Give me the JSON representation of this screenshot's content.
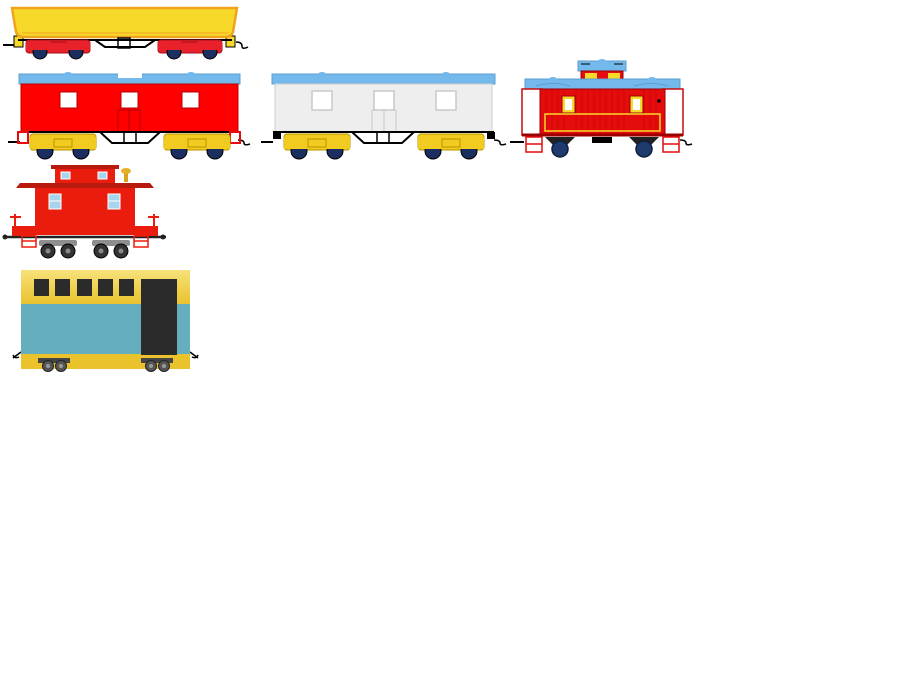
{
  "canvas": {
    "background": "#ffffff"
  },
  "cars": [
    {
      "id": "hopper",
      "body_color": "#f7d92a",
      "trim_color": "#f0a31e",
      "truck_color": "#e8212a"
    },
    {
      "id": "red-boxcar",
      "body_color": "#ff0000",
      "roof_color": "#74b9ec",
      "truck_color": "#f2cb20"
    },
    {
      "id": "white-boxcar",
      "body_color": "#eeeeee",
      "roof_color": "#74b9ec",
      "truck_color": "#f2cb20"
    },
    {
      "id": "caboose-red-blue-roof",
      "body_color": "#e40c0c",
      "roof_color": "#74b9ec",
      "wheel_color": "#1f3a6e"
    },
    {
      "id": "caboose-small-red",
      "body_color": "#ea1c0d",
      "roof_color": "#b81a0d",
      "wheel_color": "#333333"
    },
    {
      "id": "passenger-car-yellow-teal",
      "body_color": "#64aebd",
      "top_color": "#f1cf3c",
      "door_color": "#2b2b2b"
    }
  ]
}
